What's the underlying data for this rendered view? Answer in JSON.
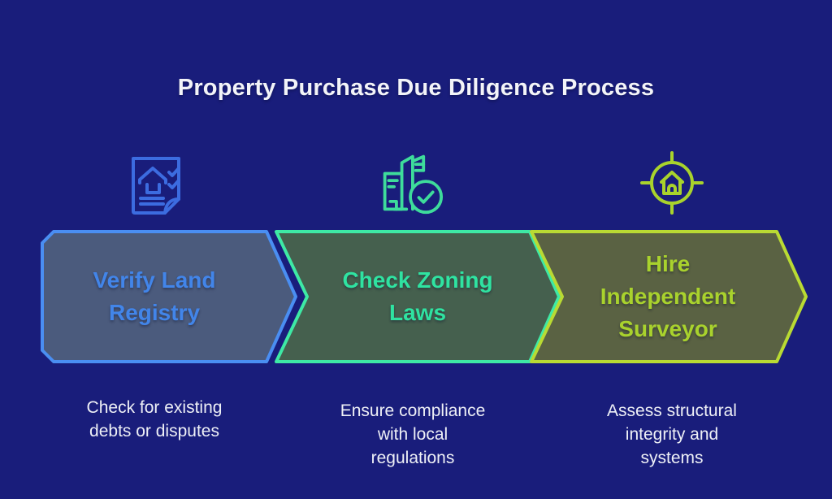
{
  "title": "Property Purchase Due Diligence Process",
  "colors": {
    "background": "#191d7b",
    "title_text": "#f3f4f8",
    "caption_text": "#eef0f6"
  },
  "steps": [
    {
      "icon": "house-document-checklist-icon",
      "label_lines": [
        "Verify Land",
        "Registry"
      ],
      "caption_lines": [
        "Check for existing",
        "debts or disputes"
      ],
      "accent": "#4a8ef2",
      "fill": "#4b5b7d",
      "label_color": "#4285e9",
      "icon_color": "#3c6ce0"
    },
    {
      "icon": "building-check-icon",
      "label_lines": [
        "Check Zoning",
        "Laws"
      ],
      "caption_lines": [
        "Ensure compliance",
        "with local",
        "regulations"
      ],
      "accent": "#3ee9a5",
      "fill": "#45604e",
      "label_color": "#2fe3a1",
      "icon_color": "#3edc9b"
    },
    {
      "icon": "house-target-icon",
      "label_lines": [
        "Hire",
        "Independent",
        "Surveyor"
      ],
      "caption_lines": [
        "Assess structural",
        "integrity and",
        "systems"
      ],
      "accent": "#b9da33",
      "fill": "#5a6243",
      "label_color": "#a9d22d",
      "icon_color": "#a9d32c"
    }
  ]
}
